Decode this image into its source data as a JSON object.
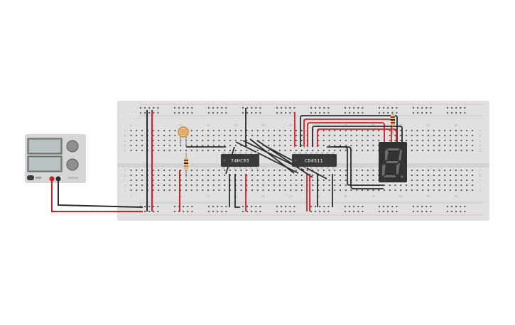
{
  "breadboard": {
    "column_numbers": [
      "1",
      "5",
      "10",
      "15",
      "20",
      "25",
      "30",
      "35",
      "40",
      "45",
      "50",
      "55",
      "60"
    ],
    "row_letters_top": [
      "A",
      "B",
      "C",
      "D",
      "E"
    ],
    "row_letters_bottom": [
      "F",
      "G",
      "H",
      "I",
      "J"
    ],
    "rail_plus": "+",
    "rail_minus": "−"
  },
  "components": {
    "counter_chip": {
      "label": "74HC93"
    },
    "decoder_chip": {
      "label": "CD4511"
    }
  },
  "colors": {
    "board": "#e0e0e0",
    "hole": "#3a3a3a",
    "rail_red": "#d8262b",
    "wire_red": "#d81e24",
    "wire_black": "#2b2b2b",
    "chip": "#3a3a3a",
    "display": "#333333"
  }
}
